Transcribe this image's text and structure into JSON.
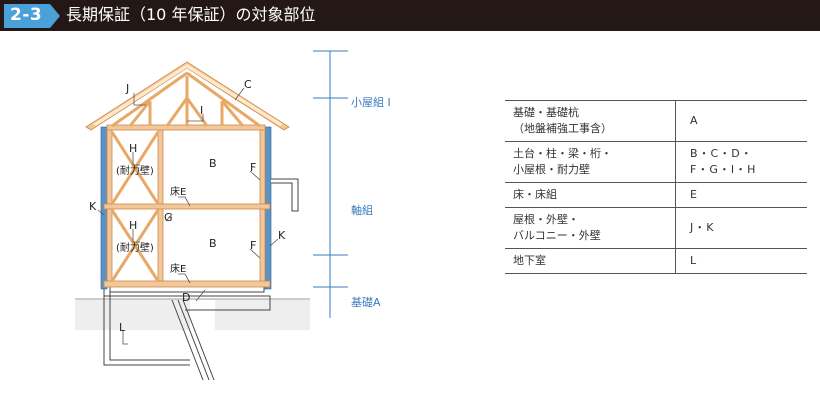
{
  "header": {
    "section_number": "2-3",
    "title": "長期保証（10 年保証）の対象部位",
    "bg_color": "#231815",
    "badge_color": "#4aa0d8"
  },
  "diagram": {
    "labels": {
      "J": "J",
      "C": "C",
      "I": "I",
      "H1": "H",
      "H1_sub": "(耐力壁)",
      "H2": "H",
      "H2_sub": "(耐力壁)",
      "B1": "B",
      "B2": "B",
      "F1": "F",
      "F2": "F",
      "K1": "K",
      "K2": "K",
      "G": "G",
      "E1": "床E",
      "E2": "床E",
      "D": "D",
      "L": "L"
    },
    "brackets": {
      "roof": "小屋組 I",
      "frame": "軸組",
      "foundation": "基礎A"
    },
    "colors": {
      "timber": "#f4c79a",
      "timber_outline": "#c98a48",
      "wall_blue": "#5b93c6",
      "bracket": "#3a7bbf",
      "ground": "#eeeeee"
    }
  },
  "table": {
    "rows": [
      {
        "part": "基礎・基礎杭\n（地盤補強工事含）",
        "code": "A"
      },
      {
        "part": "土台・柱・梁・桁・\n小屋根・耐力壁",
        "code": "B・C・D・\nF・G・I・H"
      },
      {
        "part": "床・床組",
        "code": "E"
      },
      {
        "part": "屋根・外壁・\nバルコニー・外壁",
        "code": "J・K"
      },
      {
        "part": "地下室",
        "code": "L"
      }
    ]
  }
}
